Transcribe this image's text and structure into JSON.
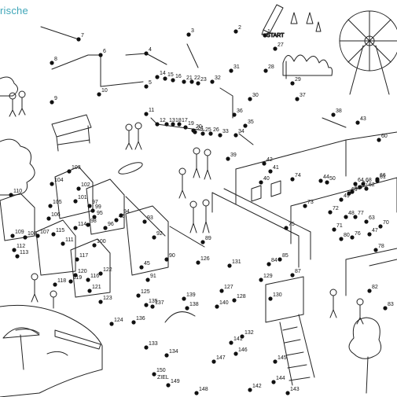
{
  "header": {
    "brand_text": "rische"
  },
  "labels": {
    "start": "=START",
    "ziel": "ZIEL"
  },
  "colors": {
    "brand": "#3fa6b8",
    "ink": "#111111"
  },
  "dots": [
    {
      "n": "1"
    },
    {
      "n": "2"
    },
    {
      "n": "3"
    },
    {
      "n": "4"
    },
    {
      "n": "5"
    },
    {
      "n": "6"
    },
    {
      "n": "7"
    },
    {
      "n": "8"
    },
    {
      "n": "9"
    },
    {
      "n": "10"
    },
    {
      "n": "11"
    },
    {
      "n": "12"
    },
    {
      "n": "13"
    },
    {
      "n": "14"
    },
    {
      "n": "15"
    },
    {
      "n": "16"
    },
    {
      "n": "17"
    },
    {
      "n": "18"
    },
    {
      "n": "19"
    },
    {
      "n": "20"
    },
    {
      "n": "21"
    },
    {
      "n": "22"
    },
    {
      "n": "23"
    },
    {
      "n": "24"
    },
    {
      "n": "25"
    },
    {
      "n": "26"
    },
    {
      "n": "27"
    },
    {
      "n": "28"
    },
    {
      "n": "29"
    },
    {
      "n": "30"
    },
    {
      "n": "31"
    },
    {
      "n": "32"
    },
    {
      "n": "33"
    },
    {
      "n": "34"
    },
    {
      "n": "35"
    },
    {
      "n": "36"
    },
    {
      "n": "37"
    },
    {
      "n": "38"
    },
    {
      "n": "39"
    },
    {
      "n": "40"
    },
    {
      "n": "41"
    },
    {
      "n": "42"
    },
    {
      "n": "43"
    },
    {
      "n": "44"
    },
    {
      "n": "45"
    },
    {
      "n": "46"
    },
    {
      "n": "47"
    },
    {
      "n": "48"
    },
    {
      "n": "49"
    },
    {
      "n": "50"
    },
    {
      "n": "60"
    },
    {
      "n": "61"
    },
    {
      "n": "62"
    },
    {
      "n": "63"
    },
    {
      "n": "64"
    },
    {
      "n": "65"
    },
    {
      "n": "66"
    },
    {
      "n": "67"
    },
    {
      "n": "68"
    },
    {
      "n": "69"
    },
    {
      "n": "70"
    },
    {
      "n": "71"
    },
    {
      "n": "72"
    },
    {
      "n": "73"
    },
    {
      "n": "74"
    },
    {
      "n": "75"
    },
    {
      "n": "76"
    },
    {
      "n": "77"
    },
    {
      "n": "78"
    },
    {
      "n": "80"
    },
    {
      "n": "82"
    },
    {
      "n": "83"
    },
    {
      "n": "84"
    },
    {
      "n": "85"
    },
    {
      "n": "87"
    },
    {
      "n": "89"
    },
    {
      "n": "90"
    },
    {
      "n": "91"
    },
    {
      "n": "92"
    },
    {
      "n": "93"
    },
    {
      "n": "94"
    },
    {
      "n": "95"
    },
    {
      "n": "96"
    },
    {
      "n": "97"
    },
    {
      "n": "98"
    },
    {
      "n": "99"
    },
    {
      "n": "100"
    },
    {
      "n": "101"
    },
    {
      "n": "102"
    },
    {
      "n": "103"
    },
    {
      "n": "104"
    },
    {
      "n": "105"
    },
    {
      "n": "106"
    },
    {
      "n": "107"
    },
    {
      "n": "108"
    },
    {
      "n": "109"
    },
    {
      "n": "110"
    },
    {
      "n": "111"
    },
    {
      "n": "112"
    },
    {
      "n": "113"
    },
    {
      "n": "114"
    },
    {
      "n": "115"
    },
    {
      "n": "116"
    },
    {
      "n": "117"
    },
    {
      "n": "118"
    },
    {
      "n": "119"
    },
    {
      "n": "120"
    },
    {
      "n": "121"
    },
    {
      "n": "122"
    },
    {
      "n": "123"
    },
    {
      "n": "124"
    },
    {
      "n": "125"
    },
    {
      "n": "126"
    },
    {
      "n": "127"
    },
    {
      "n": "128"
    },
    {
      "n": "129"
    },
    {
      "n": "130"
    },
    {
      "n": "131"
    },
    {
      "n": "132"
    },
    {
      "n": "133"
    },
    {
      "n": "134"
    },
    {
      "n": "135"
    },
    {
      "n": "136"
    },
    {
      "n": "137"
    },
    {
      "n": "138"
    },
    {
      "n": "139"
    },
    {
      "n": "140"
    },
    {
      "n": "141"
    },
    {
      "n": "142"
    },
    {
      "n": "143"
    },
    {
      "n": "144"
    },
    {
      "n": "145"
    },
    {
      "n": "146"
    },
    {
      "n": "147"
    },
    {
      "n": "148"
    },
    {
      "n": "149"
    },
    {
      "n": "150"
    }
  ]
}
